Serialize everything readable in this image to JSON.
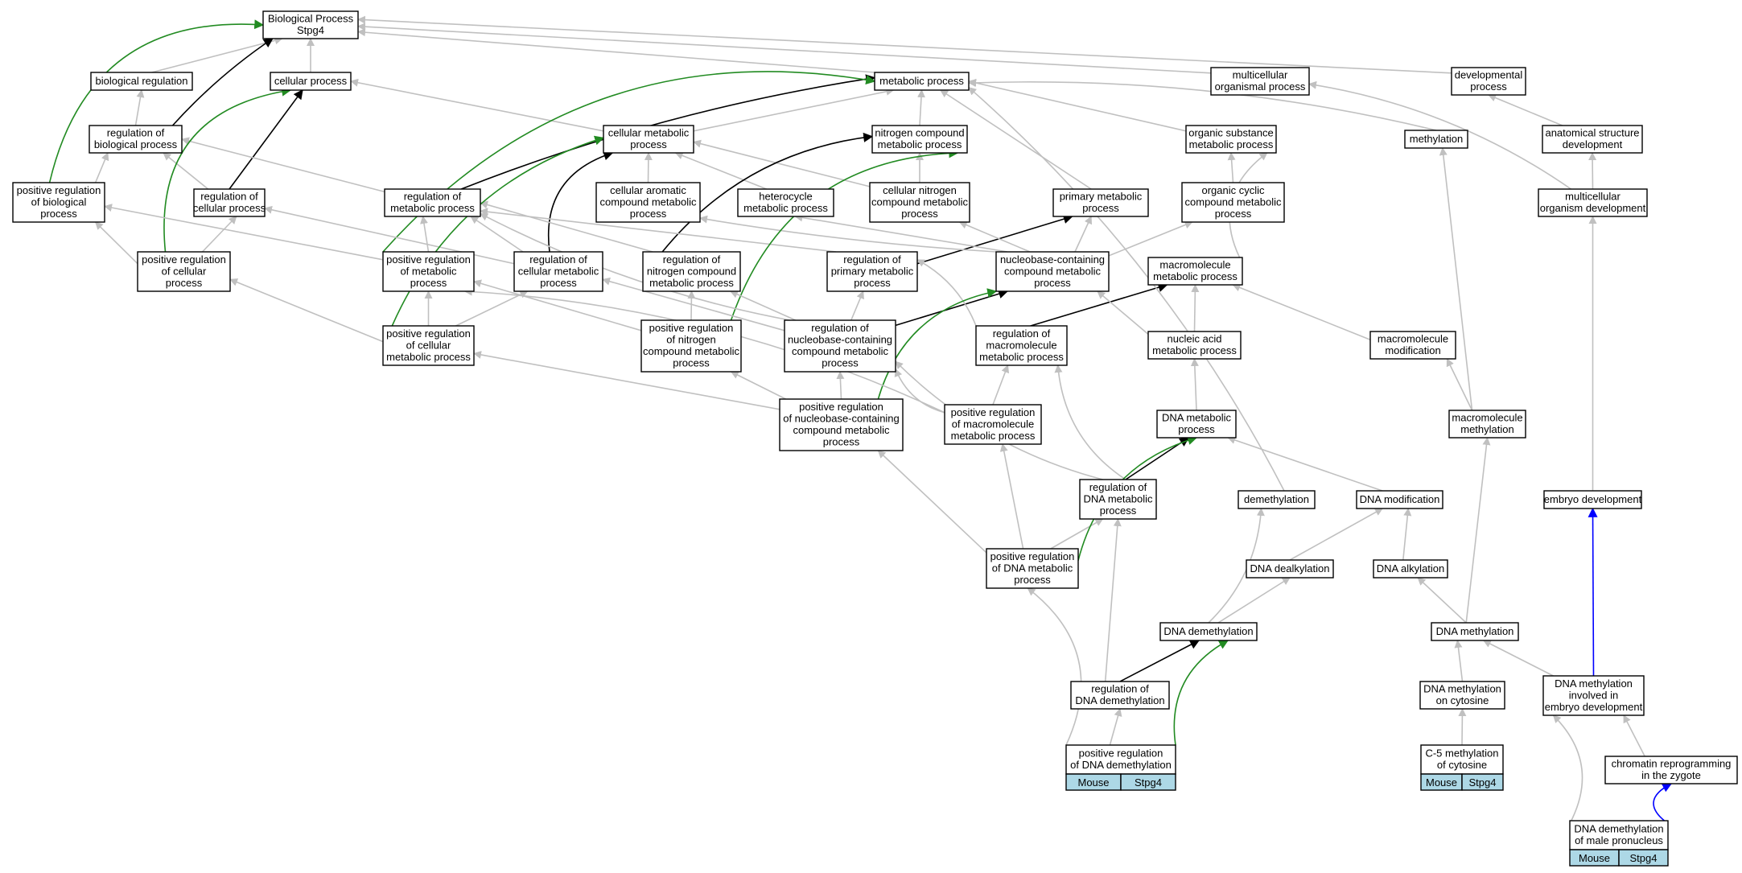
{
  "colors": {
    "is_a": "#c0c0c0",
    "regulates": "#000000",
    "positively_regulates": "#228b22",
    "part_of": "#0000ff",
    "tag_fill": "#add8e6"
  },
  "nodes": {
    "root": {
      "lines": [
        "Biological Process",
        "Stpg4"
      ]
    },
    "bioreg": {
      "lines": [
        "biological regulation"
      ]
    },
    "cellproc": {
      "lines": [
        "cellular process"
      ]
    },
    "metproc": {
      "lines": [
        "metabolic process"
      ]
    },
    "multiorg": {
      "lines": [
        "multicellular",
        "organismal process"
      ]
    },
    "devproc": {
      "lines": [
        "developmental",
        "process"
      ]
    },
    "regbio": {
      "lines": [
        "regulation of",
        "biological process"
      ]
    },
    "cellmet": {
      "lines": [
        "cellular metabolic",
        "process"
      ]
    },
    "nitro": {
      "lines": [
        "nitrogen compound",
        "metabolic process"
      ]
    },
    "orgsub": {
      "lines": [
        "organic substance",
        "metabolic process"
      ]
    },
    "methyl": {
      "lines": [
        "methylation"
      ]
    },
    "anat": {
      "lines": [
        "anatomical structure",
        "development"
      ]
    },
    "posregbio": {
      "lines": [
        "positive regulation",
        "of biological",
        "process"
      ]
    },
    "regcell": {
      "lines": [
        "regulation of",
        "cellular process"
      ]
    },
    "regmet": {
      "lines": [
        "regulation of",
        "metabolic process"
      ]
    },
    "cellarom": {
      "lines": [
        "cellular aromatic",
        "compound metabolic",
        "process"
      ]
    },
    "hetero": {
      "lines": [
        "heterocycle",
        "metabolic process"
      ]
    },
    "cellnitro": {
      "lines": [
        "cellular nitrogen",
        "compound metabolic",
        "process"
      ]
    },
    "primmet": {
      "lines": [
        "primary metabolic",
        "process"
      ]
    },
    "orgcyc": {
      "lines": [
        "organic cyclic",
        "compound metabolic",
        "process"
      ]
    },
    "multidev": {
      "lines": [
        "multicellular",
        "organism development"
      ]
    },
    "posregcell": {
      "lines": [
        "positive regulation",
        "of cellular",
        "process"
      ]
    },
    "posregmet": {
      "lines": [
        "positive regulation",
        "of metabolic",
        "process"
      ]
    },
    "regcellmet": {
      "lines": [
        "regulation of",
        "cellular metabolic",
        "process"
      ]
    },
    "regnitro": {
      "lines": [
        "regulation of",
        "nitrogen compound",
        "metabolic process"
      ]
    },
    "regprim": {
      "lines": [
        "regulation of",
        "primary metabolic",
        "process"
      ]
    },
    "nucbase": {
      "lines": [
        "nucleobase-containing",
        "compound metabolic",
        "process"
      ]
    },
    "macromet": {
      "lines": [
        "macromolecule",
        "metabolic process"
      ]
    },
    "posregcellmet": {
      "lines": [
        "positive regulation",
        "of cellular",
        "metabolic process"
      ]
    },
    "posregnitro": {
      "lines": [
        "positive regulation",
        "of nitrogen",
        "compound metabolic",
        "process"
      ]
    },
    "regnuc": {
      "lines": [
        "regulation of",
        "nucleobase-containing",
        "compound metabolic",
        "process"
      ]
    },
    "regmacro": {
      "lines": [
        "regulation of",
        "macromolecule",
        "metabolic process"
      ]
    },
    "nucacid": {
      "lines": [
        "nucleic acid",
        "metabolic process"
      ]
    },
    "macromod": {
      "lines": [
        "macromolecule",
        "modification"
      ]
    },
    "posregnuc": {
      "lines": [
        "positive regulation",
        "of nucleobase-containing",
        "compound metabolic",
        "process"
      ]
    },
    "posregmacro": {
      "lines": [
        "positive regulation",
        "of macromolecule",
        "metabolic process"
      ]
    },
    "dnamet": {
      "lines": [
        "DNA metabolic",
        "process"
      ]
    },
    "macromethyl": {
      "lines": [
        "macromolecule",
        "methylation"
      ]
    },
    "regdnamet": {
      "lines": [
        "regulation of",
        "DNA metabolic",
        "process"
      ]
    },
    "demethyl": {
      "lines": [
        "demethylation"
      ]
    },
    "dnamod": {
      "lines": [
        "DNA modification"
      ]
    },
    "embryo": {
      "lines": [
        "embryo development"
      ]
    },
    "posregdnamet": {
      "lines": [
        "positive regulation",
        "of DNA metabolic",
        "process"
      ]
    },
    "dnadealk": {
      "lines": [
        "DNA dealkylation"
      ]
    },
    "dnaalk": {
      "lines": [
        "DNA alkylation"
      ]
    },
    "dnademethyl": {
      "lines": [
        "DNA demethylation"
      ]
    },
    "dnamethyl": {
      "lines": [
        "DNA methylation"
      ]
    },
    "regdnademethyl": {
      "lines": [
        "regulation of",
        "DNA demethylation"
      ]
    },
    "dnamethylcyt": {
      "lines": [
        "DNA methylation",
        "on cytosine"
      ]
    },
    "dnamethylembryo": {
      "lines": [
        "DNA methylation",
        "involved in",
        "embryo development"
      ]
    },
    "posregdnademethyl": {
      "lines": [
        "positive regulation",
        "of DNA demethylation"
      ],
      "tags": [
        "Mouse",
        "Stpg4"
      ]
    },
    "c5methyl": {
      "lines": [
        "C-5 methylation",
        "of cytosine"
      ],
      "tags": [
        "Mouse",
        "Stpg4"
      ]
    },
    "chromatin": {
      "lines": [
        "chromatin reprogramming",
        "in the zygote"
      ]
    },
    "dnademethylmale": {
      "lines": [
        "DNA demethylation",
        "of male pronucleus"
      ],
      "tags": [
        "Mouse",
        "Stpg4"
      ]
    }
  }
}
